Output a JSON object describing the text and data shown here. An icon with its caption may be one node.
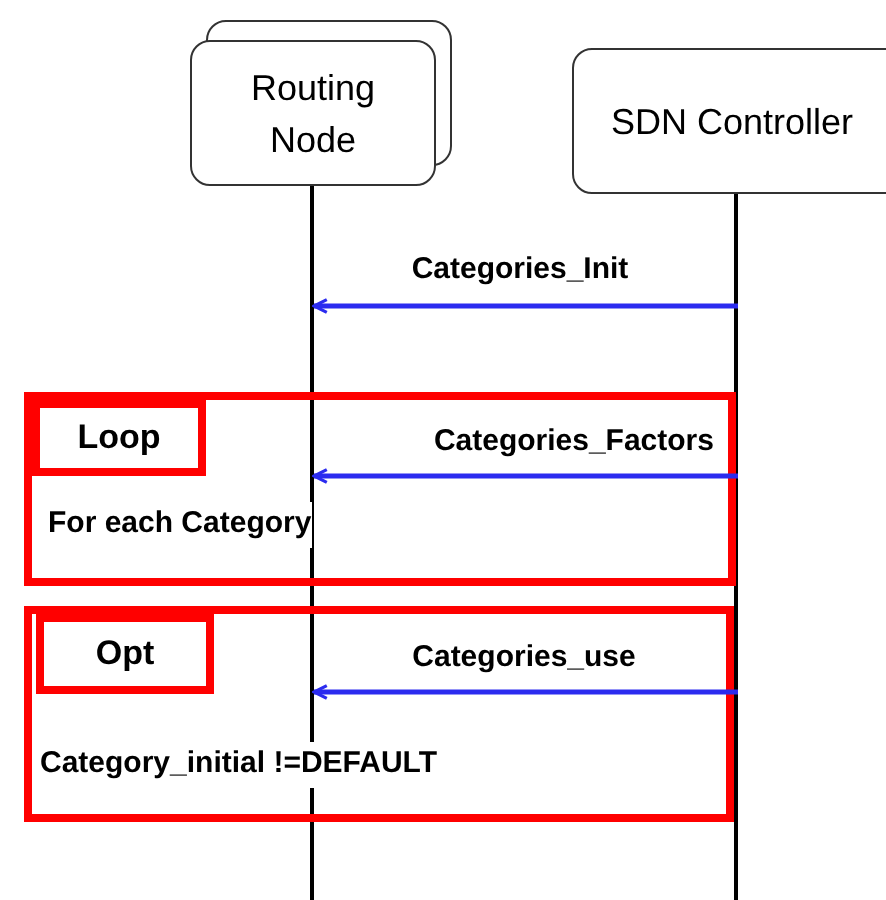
{
  "diagram": {
    "nodes": [
      {
        "text": [
          "Routing Node"
        ]
      },
      {
        "text": [
          "SDN Controller"
        ]
      },
      {
        "text": [],
        "shape": "bar"
      },
      {
        "text": [],
        "shape": "bar"
      },
      {
        "text": [
          "For each Category"
        ]
      },
      {
        "text": [
          "Loop"
        ],
        "in": 4
      },
      {
        "text": [
          "Category_initial !=DEFAULT"
        ]
      },
      {
        "text": [
          "Opt"
        ],
        "in": 6
      }
    ],
    "edges": [
      {
        "from": 3,
        "to": 2,
        "arrow": "to",
        "label": "Categories_Init"
      },
      {
        "from": 3,
        "to": 2,
        "arrow": "to",
        "label": "Categories_Factors"
      },
      {
        "from": 3,
        "to": 2,
        "arrow": "to",
        "label": "Categories_use"
      }
    ]
  }
}
